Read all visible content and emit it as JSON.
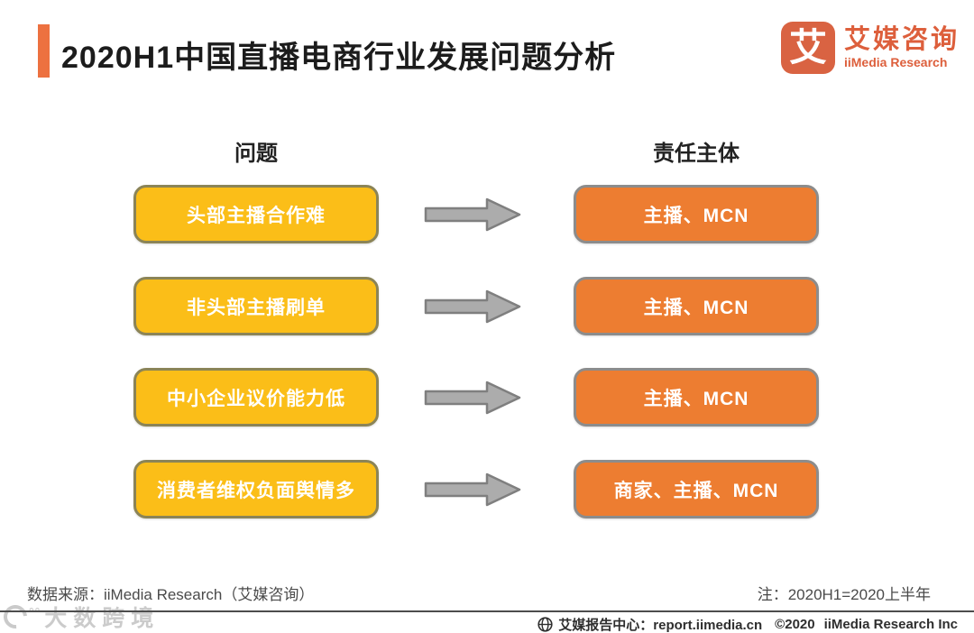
{
  "header": {
    "title": "2020H1中国直播电商行业发展问题分析"
  },
  "logo": {
    "icon_glyph": "艾",
    "name_cn": "艾媒咨询",
    "name_en": "iiMedia Research"
  },
  "columns": {
    "problems_header": "问题",
    "responsibility_header": "责任主体"
  },
  "rows": [
    {
      "problem": "头部主播合作难",
      "responsible": "主播、MCN"
    },
    {
      "problem": "非头部主播刷单",
      "responsible": "主播、MCN"
    },
    {
      "problem": "中小企业议价能力低",
      "responsible": "主播、MCN"
    },
    {
      "problem": "消费者维权负面舆情多",
      "responsible": "商家、主播、MCN"
    }
  ],
  "footer": {
    "source": "数据来源：iiMedia Research（艾媒咨询）",
    "note": "注：2020H1=2020上半年",
    "report_center": "艾媒报告中心：report.iimedia.cn",
    "copyright": "©2020",
    "company": "iiMedia Research  Inc",
    "watermark": "大数跨境"
  },
  "colors": {
    "accent_orange": "#ED7140",
    "problem_box_fill": "#FBBE18",
    "problem_box_border": "#8B8457",
    "responsible_box_fill": "#ED7D31",
    "responsible_box_border": "#8C8C8C",
    "arrow_fill": "#ACACAC",
    "arrow_stroke": "#7F7F7F",
    "logo_orange": "#DD5F3C"
  }
}
